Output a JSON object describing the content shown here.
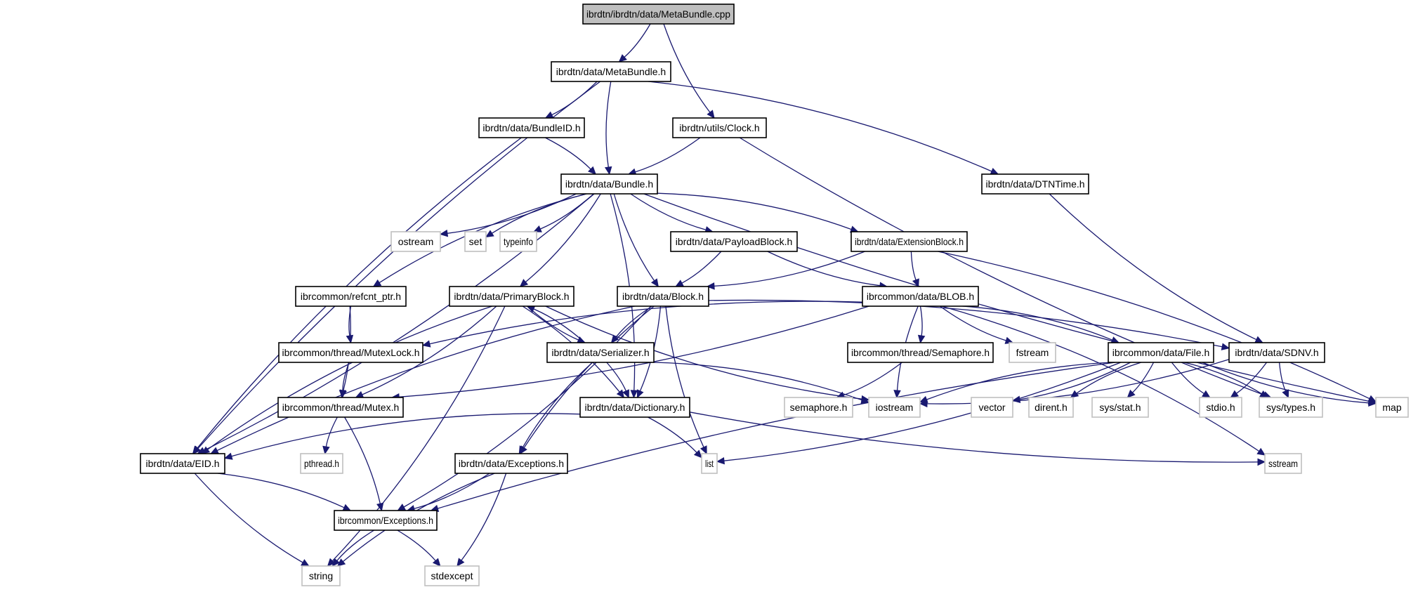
{
  "diagram": {
    "type": "include-dependency-graph",
    "title": "ibrdtn/ibrdtn/data/MetaBundle.cpp",
    "colors": {
      "edge": "#191970",
      "root_fill": "#bfbfbf",
      "local_border": "#000000",
      "system_border": "#bfbfbf"
    },
    "nodes": [
      {
        "id": "metabundle_cpp",
        "label": "ibrdtn/ibrdtn/data/MetaBundle.cpp",
        "kind": "root"
      },
      {
        "id": "metabundle_h",
        "label": "ibrdtn/data/MetaBundle.h",
        "kind": "local"
      },
      {
        "id": "bundleid_h",
        "label": "ibrdtn/data/BundleID.h",
        "kind": "local"
      },
      {
        "id": "clock_h",
        "label": "ibrdtn/utils/Clock.h",
        "kind": "local"
      },
      {
        "id": "bundle_h",
        "label": "ibrdtn/data/Bundle.h",
        "kind": "local"
      },
      {
        "id": "dtntime_h",
        "label": "ibrdtn/data/DTNTime.h",
        "kind": "local"
      },
      {
        "id": "ostream",
        "label": "ostream",
        "kind": "system"
      },
      {
        "id": "set",
        "label": "set",
        "kind": "system"
      },
      {
        "id": "typeinfo",
        "label": "typeinfo",
        "kind": "system"
      },
      {
        "id": "payloadblock_h",
        "label": "ibrdtn/data/PayloadBlock.h",
        "kind": "local"
      },
      {
        "id": "extensionblock_h",
        "label": "ibrdtn/data/ExtensionBlock.h",
        "kind": "local"
      },
      {
        "id": "refcnt_ptr_h",
        "label": "ibrcommon/refcnt_ptr.h",
        "kind": "local"
      },
      {
        "id": "primaryblock_h",
        "label": "ibrdtn/data/PrimaryBlock.h",
        "kind": "local"
      },
      {
        "id": "block_h",
        "label": "ibrdtn/data/Block.h",
        "kind": "local"
      },
      {
        "id": "blob_h",
        "label": "ibrcommon/data/BLOB.h",
        "kind": "local"
      },
      {
        "id": "mutexlock_h",
        "label": "ibrcommon/thread/MutexLock.h",
        "kind": "local"
      },
      {
        "id": "serializer_h",
        "label": "ibrdtn/data/Serializer.h",
        "kind": "local"
      },
      {
        "id": "semaphore_h_local",
        "label": "ibrcommon/thread/Semaphore.h",
        "kind": "local"
      },
      {
        "id": "fstream",
        "label": "fstream",
        "kind": "system"
      },
      {
        "id": "file_h",
        "label": "ibrcommon/data/File.h",
        "kind": "local"
      },
      {
        "id": "sdnv_h",
        "label": "ibrdtn/data/SDNV.h",
        "kind": "local"
      },
      {
        "id": "mutex_h",
        "label": "ibrcommon/thread/Mutex.h",
        "kind": "local"
      },
      {
        "id": "dictionary_h",
        "label": "ibrdtn/data/Dictionary.h",
        "kind": "local"
      },
      {
        "id": "semaphore_h",
        "label": "semaphore.h",
        "kind": "system"
      },
      {
        "id": "iostream",
        "label": "iostream",
        "kind": "system"
      },
      {
        "id": "vector",
        "label": "vector",
        "kind": "system"
      },
      {
        "id": "dirent_h",
        "label": "dirent.h",
        "kind": "system"
      },
      {
        "id": "sys_stat_h",
        "label": "sys/stat.h",
        "kind": "system"
      },
      {
        "id": "stdio_h",
        "label": "stdio.h",
        "kind": "system"
      },
      {
        "id": "sys_types_h",
        "label": "sys/types.h",
        "kind": "system"
      },
      {
        "id": "map",
        "label": "map",
        "kind": "system"
      },
      {
        "id": "eid_h",
        "label": "ibrdtn/data/EID.h",
        "kind": "local"
      },
      {
        "id": "pthread_h",
        "label": "pthread.h",
        "kind": "system"
      },
      {
        "id": "exceptions_h",
        "label": "ibrdtn/data/Exceptions.h",
        "kind": "local"
      },
      {
        "id": "list",
        "label": "list",
        "kind": "system"
      },
      {
        "id": "sstream",
        "label": "sstream",
        "kind": "system"
      },
      {
        "id": "ibrcommon_exceptions_h",
        "label": "ibrcommon/Exceptions.h",
        "kind": "local"
      },
      {
        "id": "string",
        "label": "string",
        "kind": "system"
      },
      {
        "id": "stdexcept",
        "label": "stdexcept",
        "kind": "system"
      }
    ],
    "edges": [
      [
        "metabundle_cpp",
        "metabundle_h"
      ],
      [
        "metabundle_cpp",
        "clock_h"
      ],
      [
        "metabundle_h",
        "bundleid_h"
      ],
      [
        "metabundle_h",
        "bundle_h"
      ],
      [
        "metabundle_h",
        "dtntime_h"
      ],
      [
        "metabundle_h",
        "eid_h"
      ],
      [
        "bundleid_h",
        "bundle_h"
      ],
      [
        "bundleid_h",
        "eid_h"
      ],
      [
        "clock_h",
        "bundle_h"
      ],
      [
        "clock_h",
        "sys_types_h"
      ],
      [
        "bundle_h",
        "ostream"
      ],
      [
        "bundle_h",
        "set"
      ],
      [
        "bundle_h",
        "typeinfo"
      ],
      [
        "bundle_h",
        "payloadblock_h"
      ],
      [
        "bundle_h",
        "extensionblock_h"
      ],
      [
        "bundle_h",
        "refcnt_ptr_h"
      ],
      [
        "bundle_h",
        "primaryblock_h"
      ],
      [
        "bundle_h",
        "block_h"
      ],
      [
        "bundle_h",
        "dictionary_h"
      ],
      [
        "bundle_h",
        "map"
      ],
      [
        "bundle_h",
        "eid_h"
      ],
      [
        "dtntime_h",
        "sdnv_h"
      ],
      [
        "payloadblock_h",
        "block_h"
      ],
      [
        "payloadblock_h",
        "blob_h"
      ],
      [
        "extensionblock_h",
        "block_h"
      ],
      [
        "extensionblock_h",
        "blob_h"
      ],
      [
        "extensionblock_h",
        "map"
      ],
      [
        "refcnt_ptr_h",
        "mutexlock_h"
      ],
      [
        "refcnt_ptr_h",
        "mutex_h"
      ],
      [
        "primaryblock_h",
        "serializer_h"
      ],
      [
        "primaryblock_h",
        "dictionary_h"
      ],
      [
        "primaryblock_h",
        "eid_h"
      ],
      [
        "primaryblock_h",
        "mutex_h"
      ],
      [
        "primaryblock_h",
        "iostream"
      ],
      [
        "primaryblock_h",
        "string"
      ],
      [
        "block_h",
        "serializer_h"
      ],
      [
        "block_h",
        "dictionary_h"
      ],
      [
        "block_h",
        "exceptions_h"
      ],
      [
        "block_h",
        "ibrcommon_exceptions_h"
      ],
      [
        "block_h",
        "list"
      ],
      [
        "block_h",
        "sdnv_h"
      ],
      [
        "block_h",
        "eid_h"
      ],
      [
        "blob_h",
        "semaphore_h_local"
      ],
      [
        "blob_h",
        "fstream"
      ],
      [
        "blob_h",
        "file_h"
      ],
      [
        "blob_h",
        "mutexlock_h"
      ],
      [
        "blob_h",
        "mutex_h"
      ],
      [
        "blob_h",
        "iostream"
      ],
      [
        "blob_h",
        "sstream"
      ],
      [
        "serializer_h",
        "primaryblock_h"
      ],
      [
        "serializer_h",
        "dictionary_h"
      ],
      [
        "serializer_h",
        "exceptions_h"
      ],
      [
        "serializer_h",
        "iostream"
      ],
      [
        "mutexlock_h",
        "mutex_h"
      ],
      [
        "semaphore_h_local",
        "semaphore_h"
      ],
      [
        "file_h",
        "iostream"
      ],
      [
        "file_h",
        "vector"
      ],
      [
        "file_h",
        "dirent_h"
      ],
      [
        "file_h",
        "sys_stat_h"
      ],
      [
        "file_h",
        "stdio_h"
      ],
      [
        "file_h",
        "sys_types_h"
      ],
      [
        "file_h",
        "map"
      ],
      [
        "file_h",
        "list"
      ],
      [
        "file_h",
        "ibrcommon_exceptions_h"
      ],
      [
        "sdnv_h",
        "stdio_h"
      ],
      [
        "sdnv_h",
        "sys_types_h"
      ],
      [
        "sdnv_h",
        "iostream"
      ],
      [
        "mutex_h",
        "pthread_h"
      ],
      [
        "mutex_h",
        "ibrcommon_exceptions_h"
      ],
      [
        "dictionary_h",
        "eid_h"
      ],
      [
        "dictionary_h",
        "list"
      ],
      [
        "dictionary_h",
        "sstream"
      ],
      [
        "eid_h",
        "ibrcommon_exceptions_h"
      ],
      [
        "eid_h",
        "string"
      ],
      [
        "exceptions_h",
        "ibrcommon_exceptions_h"
      ],
      [
        "exceptions_h",
        "string"
      ],
      [
        "exceptions_h",
        "stdexcept"
      ],
      [
        "ibrcommon_exceptions_h",
        "string"
      ],
      [
        "ibrcommon_exceptions_h",
        "stdexcept"
      ]
    ]
  }
}
